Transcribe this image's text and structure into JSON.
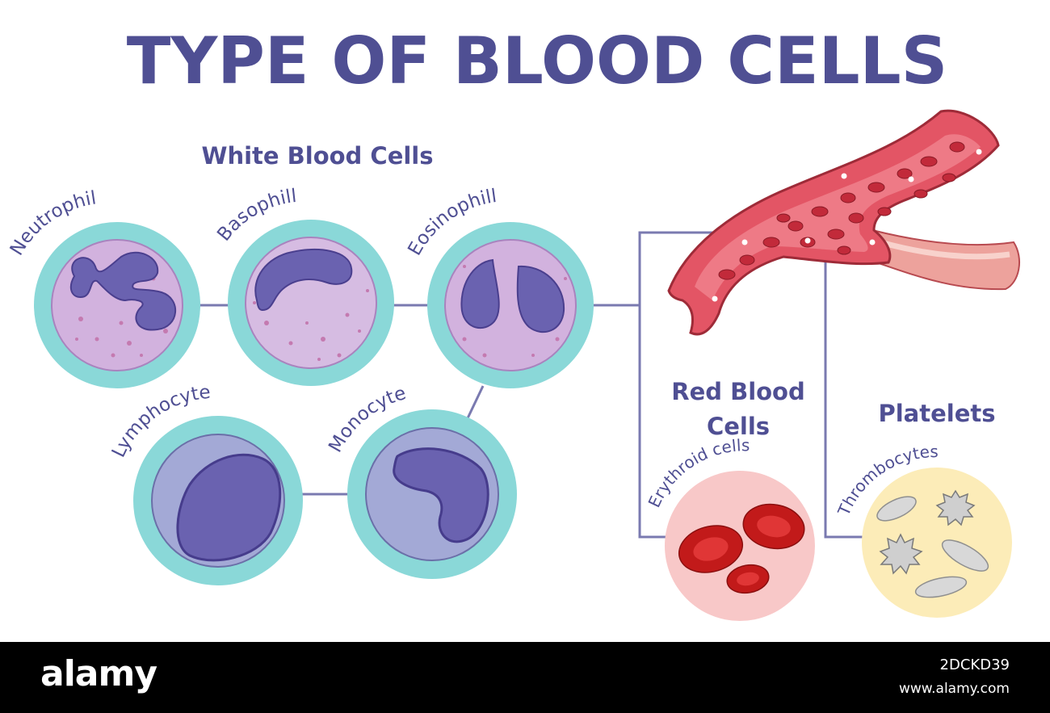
{
  "title": "TYPE OF BLOOD CELLS",
  "white_blood_cells": {
    "heading": "White Blood Cells",
    "cells": [
      {
        "label": "Neutrophil"
      },
      {
        "label": "Basophill"
      },
      {
        "label": "Eosinophill"
      },
      {
        "label": "Lymphocyte"
      },
      {
        "label": "Monocyte"
      }
    ]
  },
  "red_blood_cells": {
    "heading_line1": "Red Blood",
    "heading_line2": "Cells",
    "label": "Erythroid cells"
  },
  "platelets": {
    "heading": "Platelets",
    "label": "Thrombocytes"
  },
  "footer": {
    "brand": "alamy",
    "image_id": "2DCKD39",
    "site": "www.alamy.com"
  },
  "colors": {
    "title": "#4f4f93",
    "ring_wbc": "#8ad8d8",
    "connector": "#7a7ab0",
    "rbc_bg": "#f8c8c8",
    "platelet_bg": "#fcecb8",
    "vessel": "#e05060",
    "footer_bg": "#000000"
  }
}
